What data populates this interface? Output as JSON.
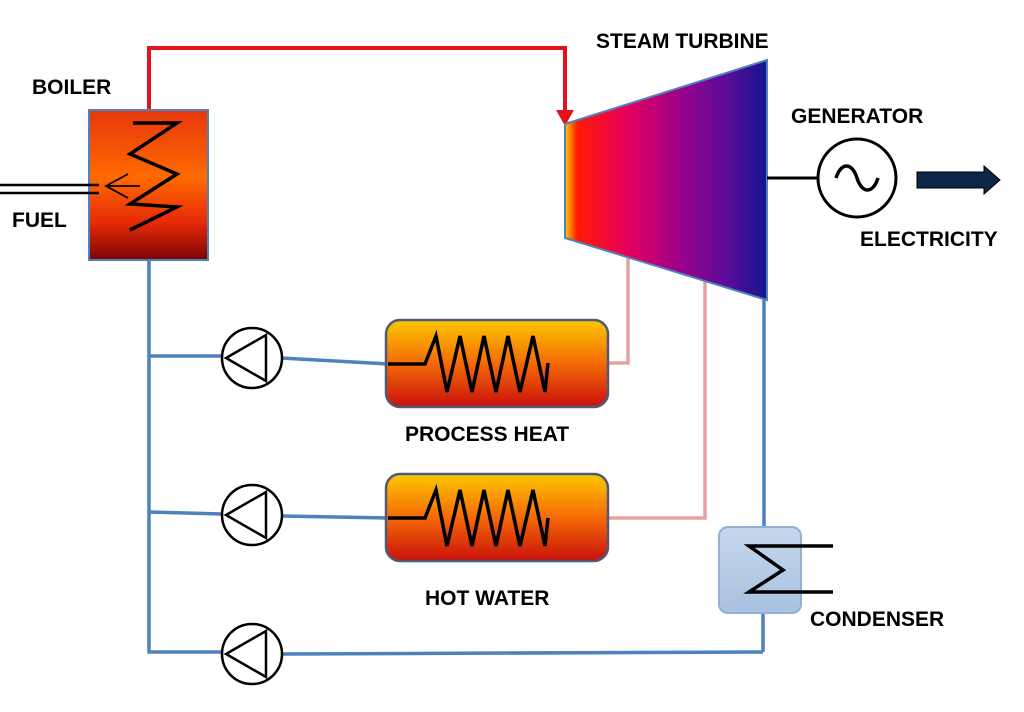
{
  "labels": {
    "boiler": "BOILER",
    "fuel": "FUEL",
    "steam_turbine": "STEAM TURBINE",
    "generator": "GENERATOR",
    "electricity": "ELECTRICITY",
    "process_heat": "PROCESS HEAT",
    "hot_water": "HOT WATER",
    "condenser": "CONDENSER"
  },
  "colors": {
    "steam_pipe": "#e3121b",
    "water_pipe": "#4f81bd",
    "extraction_pipe": "#e6a0a0",
    "condenser_fill": "#b9cde5",
    "hx_top": "#fbc600",
    "hx_bottom": "#d8120c",
    "turbine_inlet": "#ff1a00",
    "turbine_outlet": "#1a1688"
  },
  "icons": {
    "generator": "ac-sine-wave-icon",
    "pump": "pump-triangle-icon",
    "heat_exchanger": "zigzag-coil-icon",
    "electricity_arrow": "arrow-right-icon"
  }
}
